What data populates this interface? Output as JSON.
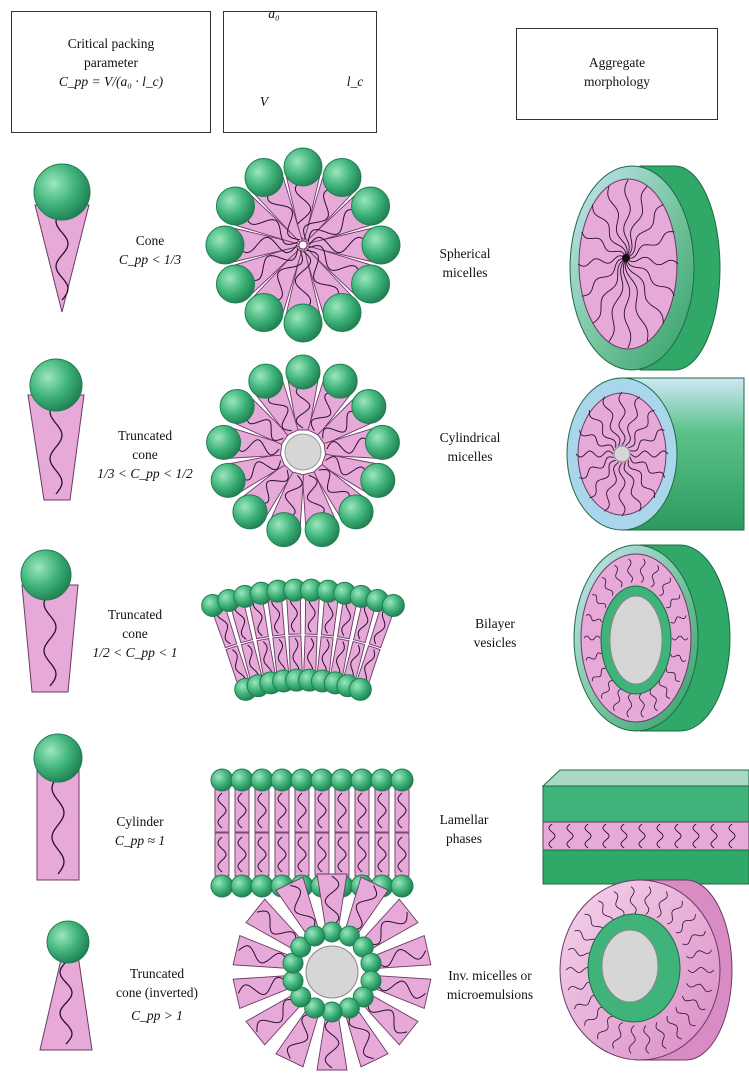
{
  "header": {
    "param_lines": [
      "Critical packing",
      "parameter",
      "C_pp = V/(a₀ · l_c)"
    ],
    "molecule_labels": {
      "head_area": "a₀",
      "volume": "V",
      "chain_length": "l_c"
    },
    "morph_lines": [
      "Aggregate",
      "morphology"
    ]
  },
  "rows": [
    {
      "shape_lines": [
        "Cone",
        "C_pp < 1/3"
      ],
      "structure": [
        "Spherical",
        "micelles"
      ]
    },
    {
      "shape_lines": [
        "Truncated",
        "cone",
        "1/3 < C_pp < 1/2"
      ],
      "structure": [
        "Cylindrical",
        "micelles"
      ]
    },
    {
      "shape_lines": [
        "Truncated",
        "cone",
        "1/2 < C_pp < 1"
      ],
      "structure": [
        "Bilayer",
        "vesicles"
      ]
    },
    {
      "shape_lines": [
        "Cylinder",
        "C_pp ≈ 1"
      ],
      "structure": [
        "Lamellar",
        "phases"
      ]
    },
    {
      "shape_lines": [
        "Truncated",
        "cone (inverted)",
        "C_pp > 1"
      ],
      "structure": [
        "Inv. micelles or",
        "microemulsions"
      ]
    }
  ],
  "colors": {
    "head": "#3fb37a",
    "head_dark": "#1f7f52",
    "tail_fill": "#e7a9d8",
    "tail_stroke": "#6b3a63",
    "chain": "#2a1030",
    "shell_light": "#b9dcee",
    "shell_green": "#5cc28a",
    "core": "#d6d6d6"
  }
}
